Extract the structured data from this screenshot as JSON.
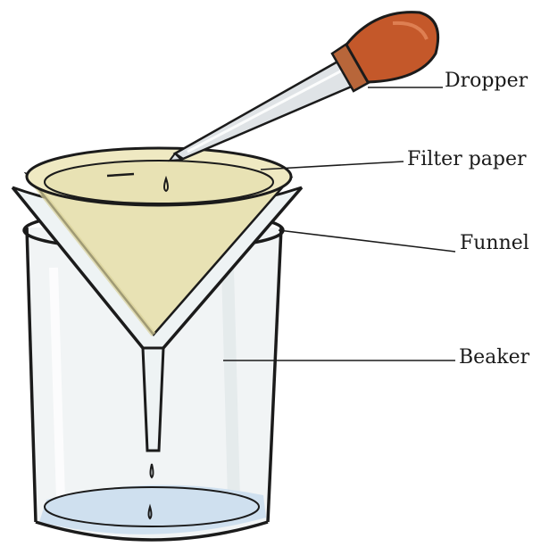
{
  "labels": {
    "dropper": "Dropper",
    "filter_paper": "Filter paper",
    "funnel": "Funnel",
    "beaker": "Beaker"
  },
  "colors": {
    "outline": "#1b1b1b",
    "filter_paper": "#e8e2b4",
    "filter_paper_shade": "#d9d19a",
    "funnel_glass": "#eef3f4",
    "beaker_glass": "#f1f4f5",
    "liquid": "#cfe0ef",
    "dropper_bulb": "#c4582a",
    "dropper_glass": "#dfe3e6"
  }
}
